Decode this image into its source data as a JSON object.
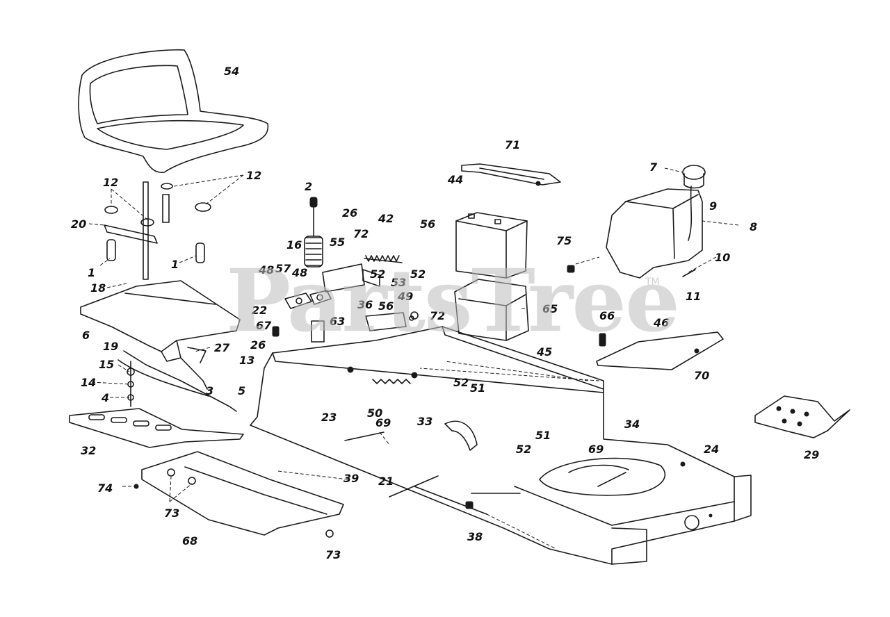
{
  "watermark": {
    "text": "PartsTree",
    "trademark": "TM"
  },
  "callouts": [
    {
      "id": "c54",
      "label": "54"
    },
    {
      "id": "c12a",
      "label": "12"
    },
    {
      "id": "c12b",
      "label": "12"
    },
    {
      "id": "c20",
      "label": "20"
    },
    {
      "id": "c1a",
      "label": "1"
    },
    {
      "id": "c1b",
      "label": "1"
    },
    {
      "id": "c18",
      "label": "18"
    },
    {
      "id": "c6",
      "label": "6"
    },
    {
      "id": "c19",
      "label": "19"
    },
    {
      "id": "c15",
      "label": "15"
    },
    {
      "id": "c14",
      "label": "14"
    },
    {
      "id": "c4",
      "label": "4"
    },
    {
      "id": "c27",
      "label": "27"
    },
    {
      "id": "c13",
      "label": "13"
    },
    {
      "id": "c3",
      "label": "3"
    },
    {
      "id": "c5",
      "label": "5"
    },
    {
      "id": "c32",
      "label": "32"
    },
    {
      "id": "c2",
      "label": "2"
    },
    {
      "id": "c16",
      "label": "16"
    },
    {
      "id": "c26a",
      "label": "26"
    },
    {
      "id": "c55",
      "label": "55"
    },
    {
      "id": "c72a",
      "label": "72"
    },
    {
      "id": "c42",
      "label": "42"
    },
    {
      "id": "c56a",
      "label": "56"
    },
    {
      "id": "c48a",
      "label": "48"
    },
    {
      "id": "c57",
      "label": "57"
    },
    {
      "id": "c48b",
      "label": "48"
    },
    {
      "id": "c52a",
      "label": "52"
    },
    {
      "id": "c53",
      "label": "53"
    },
    {
      "id": "c52b",
      "label": "52"
    },
    {
      "id": "c22",
      "label": "22"
    },
    {
      "id": "c36",
      "label": "36"
    },
    {
      "id": "c56b",
      "label": "56"
    },
    {
      "id": "c49",
      "label": "49"
    },
    {
      "id": "c72b",
      "label": "72"
    },
    {
      "id": "c63",
      "label": "63"
    },
    {
      "id": "c67",
      "label": "67"
    },
    {
      "id": "c26b",
      "label": "26"
    },
    {
      "id": "c71",
      "label": "71"
    },
    {
      "id": "c44",
      "label": "44"
    },
    {
      "id": "c65",
      "label": "65"
    },
    {
      "id": "c7",
      "label": "7"
    },
    {
      "id": "c9",
      "label": "9"
    },
    {
      "id": "c8",
      "label": "8"
    },
    {
      "id": "c75",
      "label": "75"
    },
    {
      "id": "c10",
      "label": "10"
    },
    {
      "id": "c11",
      "label": "11"
    },
    {
      "id": "c66",
      "label": "66"
    },
    {
      "id": "c46",
      "label": "46"
    },
    {
      "id": "c70",
      "label": "70"
    },
    {
      "id": "c45",
      "label": "45"
    },
    {
      "id": "c52c",
      "label": "52"
    },
    {
      "id": "c51a",
      "label": "51"
    },
    {
      "id": "c23",
      "label": "23"
    },
    {
      "id": "c50",
      "label": "50"
    },
    {
      "id": "c33",
      "label": "33"
    },
    {
      "id": "c69a",
      "label": "69"
    },
    {
      "id": "c34",
      "label": "34"
    },
    {
      "id": "c24",
      "label": "24"
    },
    {
      "id": "c29",
      "label": "29"
    },
    {
      "id": "c52d",
      "label": "52"
    },
    {
      "id": "c51b",
      "label": "51"
    },
    {
      "id": "c69b",
      "label": "69"
    },
    {
      "id": "c39",
      "label": "39"
    },
    {
      "id": "c21",
      "label": "21"
    },
    {
      "id": "c74",
      "label": "74"
    },
    {
      "id": "c73a",
      "label": "73"
    },
    {
      "id": "c68",
      "label": "68"
    },
    {
      "id": "c73b",
      "label": "73"
    },
    {
      "id": "c38",
      "label": "38"
    }
  ]
}
